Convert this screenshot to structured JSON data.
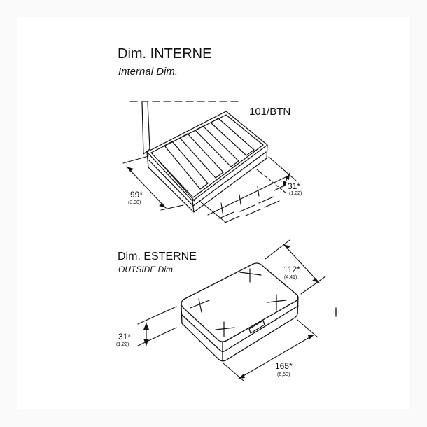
{
  "interior": {
    "title": "Dim. INTERNE",
    "subtitle": "Internal Dim.",
    "model": "101/BTN",
    "depth": {
      "value": "99*",
      "imperial": "(3,90)"
    },
    "height": {
      "value": "31*",
      "imperial": "(1,22)"
    }
  },
  "exterior": {
    "title": "Dim. ESTERNE",
    "subtitle": "OUTSIDE Dim.",
    "depth": {
      "value": "112*",
      "imperial": "(4,41)"
    },
    "height": {
      "value": "31*",
      "imperial": "(1,22)"
    },
    "width": {
      "value": "165*",
      "imperial": "(6,50)"
    }
  },
  "colors": {
    "line": "#111111",
    "background": "#fafafa",
    "panel": "#ffffff"
  }
}
